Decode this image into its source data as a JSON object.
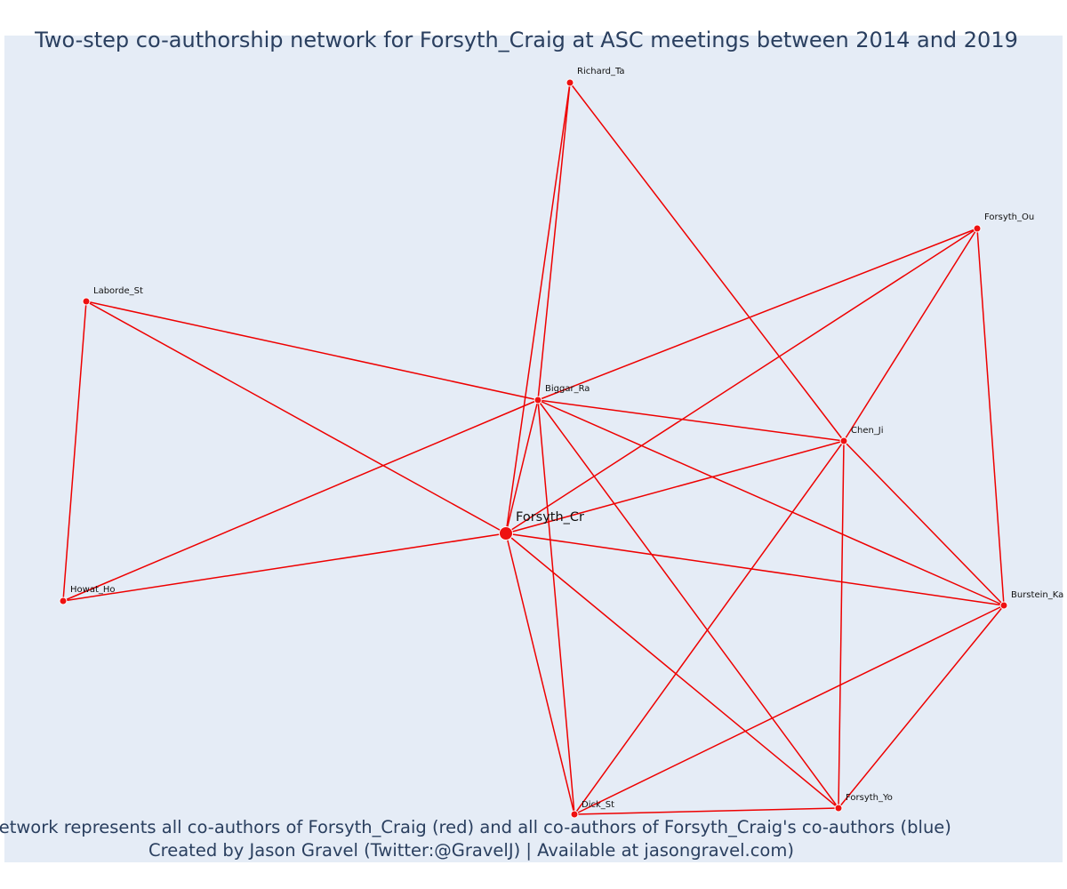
{
  "title": "Two-step co-authorship network for Forsyth_Craig at ASC meetings between 2014 and 2019",
  "caption": {
    "line1": "Network represents all co-authors of Forsyth_Craig (red) and all co-authors of Forsyth_Craig's co-authors (blue)",
    "line2": "Created by Jason Gravel (Twitter:@GravelJ) | Available at jasongravel.com)"
  },
  "colors": {
    "plot_background": "#e5ecf6",
    "paper_background": "#ffffff",
    "edge": "#ee0000",
    "node_fill": "#ee1111",
    "node_outline": "#ffffff",
    "title": "#2a3f5f"
  },
  "network": {
    "focal_node": "Forsyth_Cr",
    "nodes": [
      {
        "id": "Forsyth_Cr",
        "label": "Forsyth_Cr",
        "group": "co-author-of-focal"
      },
      {
        "id": "Richard_Ta",
        "label": "Richard_Ta",
        "group": "co-author-of-focal"
      },
      {
        "id": "Forsyth_Ou",
        "label": "Forsyth_Ou",
        "group": "co-author-of-focal"
      },
      {
        "id": "Laborde_St",
        "label": "Laborde_St",
        "group": "co-author-of-focal"
      },
      {
        "id": "Biggar_Ra",
        "label": "Biggar_Ra",
        "group": "co-author-of-focal"
      },
      {
        "id": "Chen_Ji",
        "label": "Chen_Ji",
        "group": "co-author-of-focal"
      },
      {
        "id": "Howat_Ho",
        "label": "Howat_Ho",
        "group": "co-author-of-focal"
      },
      {
        "id": "Burstein_Ka",
        "label": "Burstein_Ka",
        "group": "co-author-of-focal"
      },
      {
        "id": "Forsyth_Yo",
        "label": "Forsyth_Yo",
        "group": "co-author-of-focal"
      },
      {
        "id": "Dick_St",
        "label": "Dick_St",
        "group": "co-author-of-focal"
      }
    ],
    "edges": [
      [
        "Forsyth_Cr",
        "Richard_Ta"
      ],
      [
        "Forsyth_Cr",
        "Forsyth_Ou"
      ],
      [
        "Forsyth_Cr",
        "Laborde_St"
      ],
      [
        "Forsyth_Cr",
        "Biggar_Ra"
      ],
      [
        "Forsyth_Cr",
        "Chen_Ji"
      ],
      [
        "Forsyth_Cr",
        "Howat_Ho"
      ],
      [
        "Forsyth_Cr",
        "Burstein_Ka"
      ],
      [
        "Forsyth_Cr",
        "Forsyth_Yo"
      ],
      [
        "Forsyth_Cr",
        "Dick_St"
      ],
      [
        "Richard_Ta",
        "Biggar_Ra"
      ],
      [
        "Richard_Ta",
        "Chen_Ji"
      ],
      [
        "Forsyth_Ou",
        "Biggar_Ra"
      ],
      [
        "Forsyth_Ou",
        "Chen_Ji"
      ],
      [
        "Forsyth_Ou",
        "Burstein_Ka"
      ],
      [
        "Laborde_St",
        "Biggar_Ra"
      ],
      [
        "Laborde_St",
        "Howat_Ho"
      ],
      [
        "Biggar_Ra",
        "Chen_Ji"
      ],
      [
        "Biggar_Ra",
        "Howat_Ho"
      ],
      [
        "Biggar_Ra",
        "Burstein_Ka"
      ],
      [
        "Biggar_Ra",
        "Forsyth_Yo"
      ],
      [
        "Biggar_Ra",
        "Dick_St"
      ],
      [
        "Chen_Ji",
        "Burstein_Ka"
      ],
      [
        "Chen_Ji",
        "Forsyth_Yo"
      ],
      [
        "Chen_Ji",
        "Dick_St"
      ],
      [
        "Burstein_Ka",
        "Forsyth_Yo"
      ],
      [
        "Burstein_Ka",
        "Dick_St"
      ],
      [
        "Forsyth_Yo",
        "Dick_St"
      ]
    ]
  }
}
